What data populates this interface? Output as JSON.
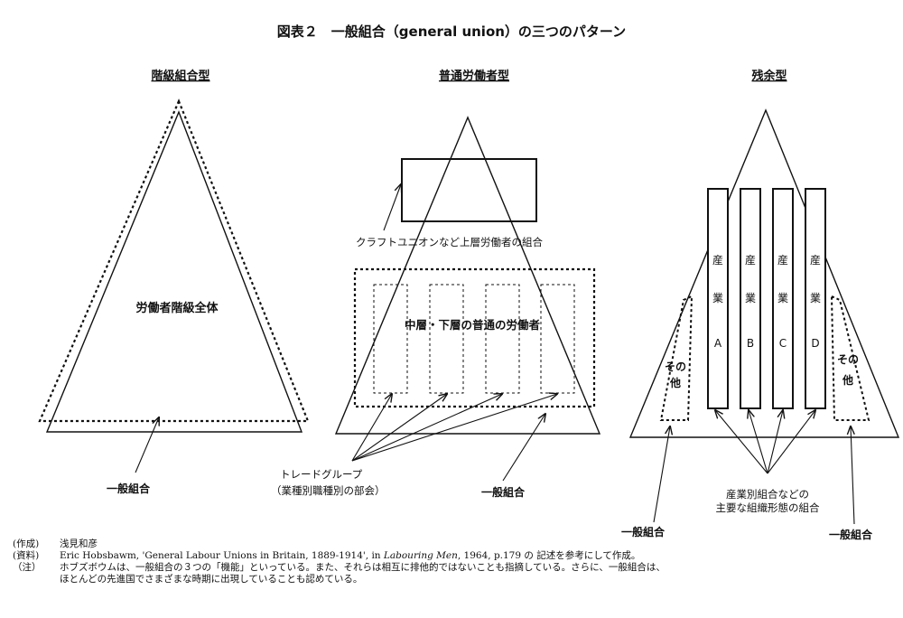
{
  "title": "図表２　一般組合（general union）の三つのパターン",
  "panels": {
    "left": {
      "heading": "階級組合型",
      "center_label": "労働者階級全体",
      "bottom_label": "一般組合"
    },
    "middle": {
      "heading": "普通労働者型",
      "craft_label": "クラフトユニオンなど上層労働者の組合",
      "middle_label": "中層・下層の普通の労働者",
      "trade_group_label_1": "トレードグループ",
      "trade_group_label_2": "（業種別職種別の部会）",
      "bottom_label": "一般組合"
    },
    "right": {
      "heading": "残余型",
      "industries": [
        {
          "line1": "産",
          "line2": "業",
          "letter": "A"
        },
        {
          "line1": "産",
          "line2": "業",
          "letter": "B"
        },
        {
          "line1": "産",
          "line2": "業",
          "letter": "C"
        },
        {
          "line1": "産",
          "line2": "業",
          "letter": "D"
        }
      ],
      "other_line1": "その",
      "other_line2": "他",
      "industrial_label_1": "産業別組合などの",
      "industrial_label_2": "主要な組織形態の組合",
      "bottom_label_left": "一般組合",
      "bottom_label_right": "一般組合"
    }
  },
  "notes": {
    "author_key": "(作成)",
    "author": "浅見和彦",
    "source_key": "(資料)",
    "source_pre": "Eric Hobsbawm, 'General Labour Unions in Britain, 1889-1914', in ",
    "source_italic": "Labouring Men",
    "source_post": ", 1964, p.179 の 記述を参考にして作成。",
    "note_key": "（注）",
    "note_line1": "ホブズボウムは、一般組合の３つの「機能」といっている。また、それらは相互に排他的ではないことも指摘している。さらに、一般組合は、",
    "note_line2": "ほとんどの先進国でさまざまな時期に出現していることも認めている。"
  }
}
